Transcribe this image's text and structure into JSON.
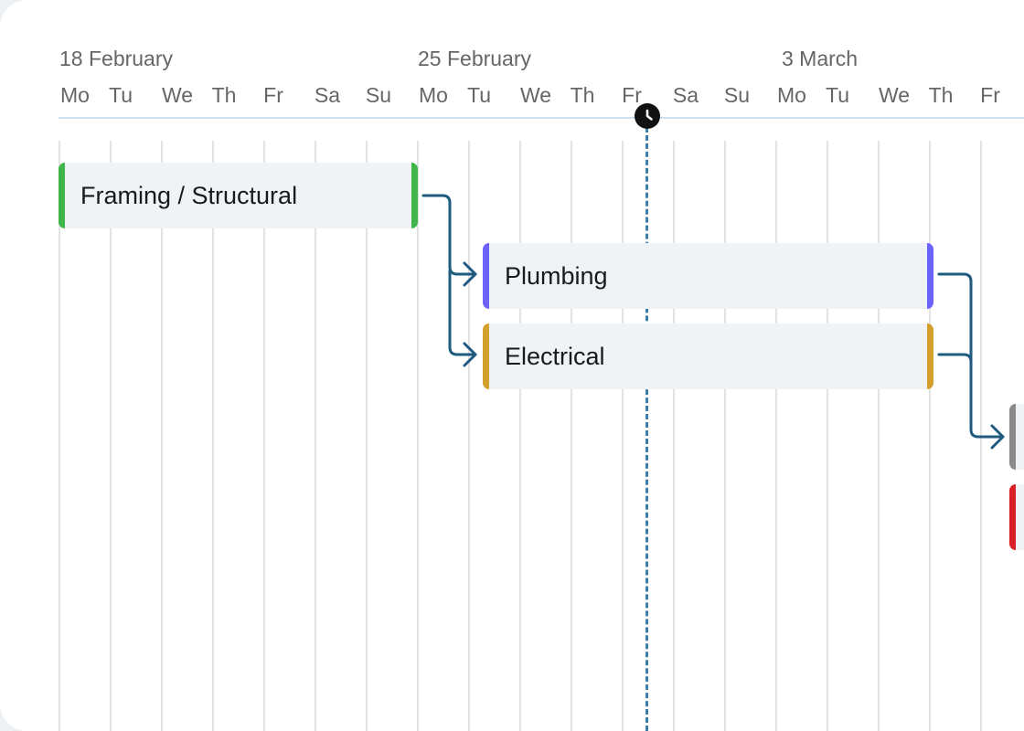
{
  "timeline": {
    "weeks": [
      "18 February",
      "25 February",
      "3 March"
    ],
    "days": [
      "Mo",
      "Tu",
      "We",
      "Th",
      "Fr",
      "Sa",
      "Su",
      "Mo",
      "Tu",
      "We",
      "Th",
      "Fr",
      "Sa",
      "Su",
      "Mo",
      "Tu",
      "We",
      "Th",
      "Fr"
    ],
    "today_day_index": 11
  },
  "tasks": [
    {
      "label": "Framing / Structural",
      "color": "#3fb54a"
    },
    {
      "label": "Plumbing",
      "color": "#6c63ff"
    },
    {
      "label": "Electrical",
      "color": "#d4a02c"
    },
    {
      "label": "",
      "color": "#8a8a8a"
    },
    {
      "label": "",
      "color": "#d81f26"
    }
  ],
  "colors": {
    "dependency_arrow": "#1f5a7f",
    "today_line": "#3d7ea8",
    "grid": "#e3e3e3"
  },
  "icons": {
    "today_marker": "clock-icon"
  }
}
